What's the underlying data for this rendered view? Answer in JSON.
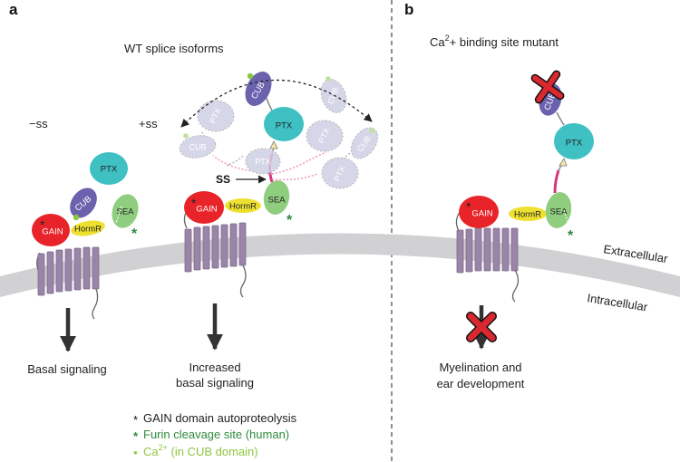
{
  "panels": {
    "a": "a",
    "b": "b"
  },
  "titles": {
    "wt": "WT splice isoforms",
    "mutant_pre": "Ca",
    "mutant_sup": "2",
    "mutant_post": "+ binding site mutant"
  },
  "isoform_labels": {
    "minus_ss": "−ss",
    "plus_ss": "+ss",
    "ss_marker": "SS"
  },
  "domains": {
    "gain": "GAIN",
    "hormr": "HormR",
    "sea": "SEA",
    "cub": "CUB",
    "ptx": "PTX"
  },
  "membrane": {
    "extracellular": "Extracellular",
    "intracellular": "Intracellular"
  },
  "outcomes": {
    "basal": "Basal signaling",
    "increased_1": "Increased",
    "increased_2": "basal signaling",
    "myelination_1": "Myelination and",
    "myelination_2": "ear development"
  },
  "legend": {
    "gain_symbol": "*",
    "gain_text": "GAIN domain autoproteolysis",
    "furin_symbol": "*",
    "furin_text": "Furin cleavage site (human)",
    "ca_symbol": "●",
    "ca_pre": "Ca",
    "ca_sup": "2+",
    "ca_post": " (in CUB domain)"
  },
  "colors": {
    "gain": "#e8242a",
    "hormr": "#eee030",
    "sea": "#8fce7f",
    "cub": "#6a62ad",
    "ptx": "#3fc0c3",
    "tm": "#9a85a8",
    "membrane": "#d1d1d3",
    "ghost": "#cfcfe6",
    "furin": "#2e8b3c",
    "calcium": "#8dc63f",
    "splice_link": "#d6367f",
    "cross": "#d9282f"
  }
}
